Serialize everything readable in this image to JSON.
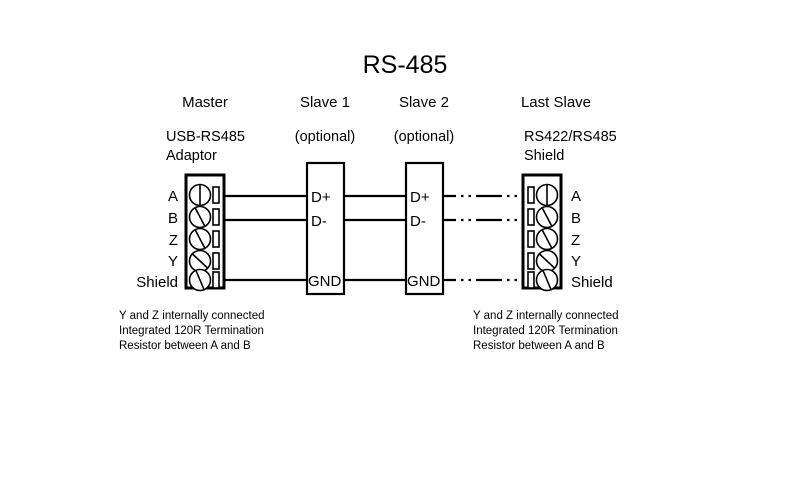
{
  "diagram": {
    "title": "RS-485",
    "background_color": "#ffffff",
    "line_color": "#000000",
    "nodes": [
      {
        "id": "master",
        "header": "Master",
        "sub_line1": "USB-RS485",
        "sub_line2": "Adaptor",
        "type": "terminal-block",
        "terminals": [
          "A",
          "B",
          "Z",
          "Y",
          "Shield"
        ],
        "label_side": "left",
        "note_line1": "Y and Z internally connected",
        "note_line2": "Integrated 120R Termination",
        "note_line3": "Resistor between A and B"
      },
      {
        "id": "slave-1",
        "header": "Slave 1",
        "sub_line1": "(optional)",
        "sub_line2": "",
        "type": "box",
        "signals": [
          "D+",
          "D-",
          "GND"
        ]
      },
      {
        "id": "slave-2",
        "header": "Slave 2",
        "sub_line1": "(optional)",
        "sub_line2": "",
        "type": "box",
        "signals": [
          "D+",
          "D-",
          "GND"
        ]
      },
      {
        "id": "last-slave",
        "header": "Last Slave",
        "sub_line1": "RS422/RS485",
        "sub_line2": "Shield",
        "type": "terminal-block",
        "terminals": [
          "A",
          "B",
          "Z",
          "Y",
          "Shield"
        ],
        "label_side": "right",
        "note_line1": "Y and Z internally connected",
        "note_line2": "Integrated 120R Termination",
        "note_line3": "Resistor between A and B"
      }
    ],
    "buses": [
      {
        "id": "bus-dplus",
        "signal": "D+",
        "style": "solid-then-dashed"
      },
      {
        "id": "bus-dminus",
        "signal": "D-",
        "style": "solid-then-dashed"
      },
      {
        "id": "bus-gnd",
        "signal": "GND",
        "style": "solid-then-dashed"
      }
    ]
  }
}
